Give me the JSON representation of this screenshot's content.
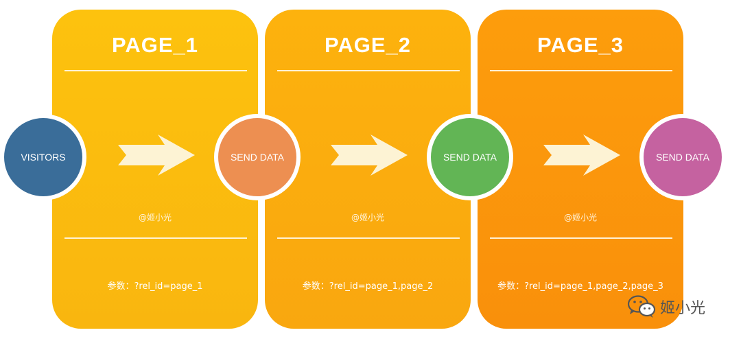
{
  "cards": [
    {
      "title": "PAGE_1",
      "watermark": "@姬小光",
      "param": "参数：?rel_id=page_1",
      "color": "#fdc20e"
    },
    {
      "title": "PAGE_2",
      "watermark": "@姬小光",
      "param": "参数：?rel_id=page_1,page_2",
      "color": "#fdb20d"
    },
    {
      "title": "PAGE_3",
      "watermark": "@姬小光",
      "param": "参数：?rel_id=page_1,page_2,page_3",
      "color": "#fd9d0c"
    }
  ],
  "nodes": [
    {
      "label": "VISITORS",
      "color": "#3a6d99"
    },
    {
      "label": "SEND DATA",
      "color": "#ed8f51"
    },
    {
      "label": "SEND DATA",
      "color": "#62b555"
    },
    {
      "label": "SEND DATA",
      "color": "#c562a0"
    }
  ],
  "arrow_color": "#fdf3d4",
  "brand": {
    "name": "姬小光",
    "icon": "wechat-icon"
  }
}
